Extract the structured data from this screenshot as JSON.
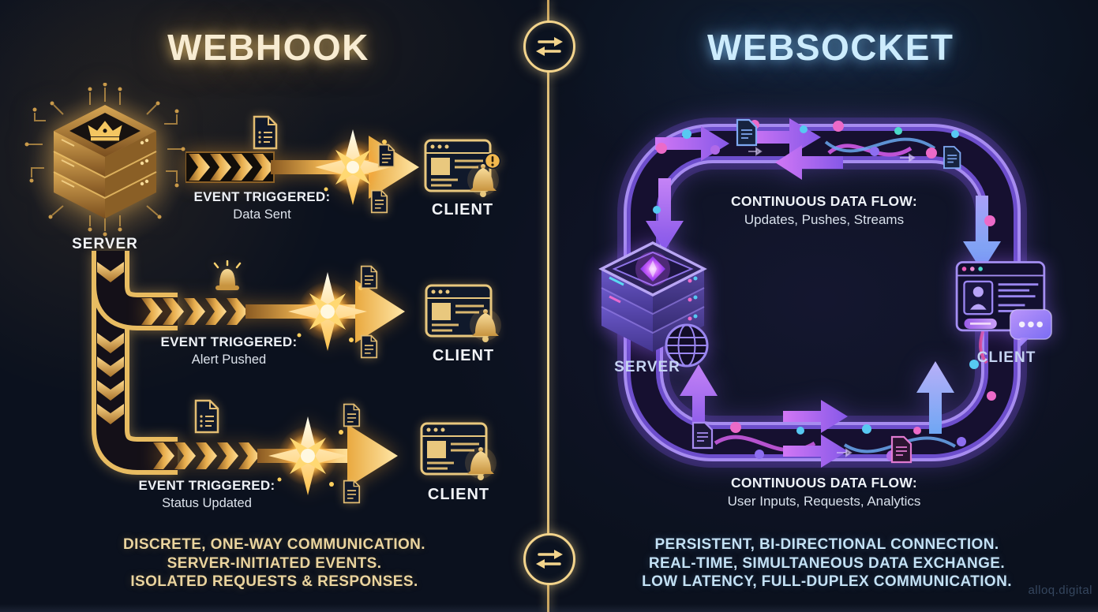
{
  "webhook": {
    "title": "WEBHOOK",
    "server_label": "SERVER",
    "rows": [
      {
        "event_title": "EVENT TRIGGERED:",
        "event_detail": "Data Sent",
        "client_label": "CLIENT"
      },
      {
        "event_title": "EVENT TRIGGERED:",
        "event_detail": "Alert Pushed",
        "client_label": "CLIENT"
      },
      {
        "event_title": "EVENT TRIGGERED:",
        "event_detail": "Status Updated",
        "client_label": "CLIENT"
      }
    ],
    "features": [
      "DISCRETE, ONE-WAY COMMUNICATION.",
      "SERVER-INITIATED EVENTS.",
      "ISOLATED REQUESTS & RESPONSES."
    ],
    "colors": {
      "accent": "#f2c260",
      "title": "#f8ecd2",
      "feature_text": "#ead49e"
    },
    "icons": {
      "server": "gold-server-stack-crown-icon",
      "client": "browser-window-bell-icon",
      "row1_side": "document-icon",
      "row2_side": "alarm-icon",
      "row3_side": "document-list-icon",
      "burst": "impact-burst-icon",
      "arrow": "gold-chevron-arrow-icon"
    }
  },
  "websocket": {
    "title": "WEBSOCKET",
    "server_label": "SERVER",
    "client_label": "CLIENT",
    "top_flow": {
      "title": "CONTINUOUS DATA FLOW:",
      "detail": "Updates, Pushes, Streams"
    },
    "bottom_flow": {
      "title": "CONTINUOUS DATA FLOW:",
      "detail": "User Inputs, Requests, Analytics"
    },
    "features": [
      "PERSISTENT, BI-DIRECTIONAL CONNECTION.",
      "REAL-TIME, SIMULTANEOUS DATA EXCHANGE.",
      "LOW LATENCY, FULL-DUPLEX COMMUNICATION."
    ],
    "colors": {
      "accent": "#8f6cf0",
      "title": "#cdecfd",
      "feature_text": "#c3e1f5"
    },
    "icons": {
      "server": "purple-server-stack-gem-globe-icon",
      "client": "browser-window-chat-icon",
      "loop": "bidirectional-data-loop-icon"
    }
  },
  "divider": {
    "icon": "swap-arrows-icon"
  },
  "watermark": "alloq.digital"
}
